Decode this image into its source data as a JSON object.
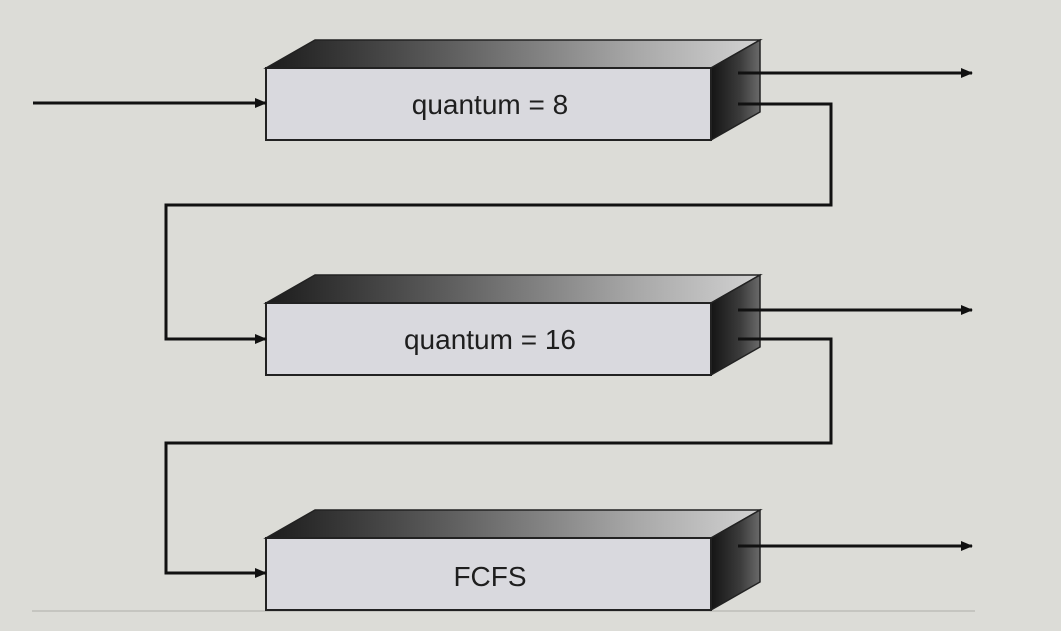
{
  "diagram": {
    "queues": [
      {
        "label": "quantum = 8"
      },
      {
        "label": "quantum = 16"
      },
      {
        "label": "FCFS"
      }
    ],
    "colors": {
      "background": "#dcdcd7",
      "box_front": "#d9d9de",
      "line": "#111111"
    }
  }
}
